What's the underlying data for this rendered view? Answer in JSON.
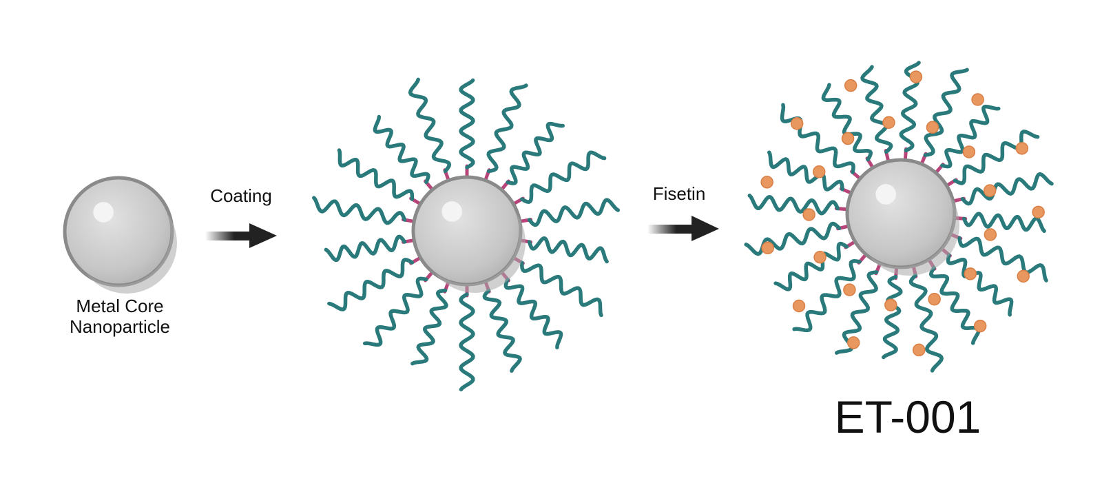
{
  "labels": {
    "core_line1": "Metal Core",
    "core_line2": "Nanoparticle",
    "step1": "Coating",
    "step2": "Fisetin",
    "product": "ET-001"
  },
  "stages": [
    {
      "id": "bare-core",
      "chains": 0,
      "fisetin": 0
    },
    {
      "id": "coated-particle",
      "chains": 18,
      "fisetin": 0
    },
    {
      "id": "fisetin-loaded-particle",
      "chains": 20,
      "fisetin": 26
    }
  ],
  "colors": {
    "background": "#ffffff",
    "core_fill": "#c8c8c8",
    "core_outline": "#8a8a8a",
    "core_highlight": "#f4f4f4",
    "polymer_chain": "#2a7a7c",
    "linker": "#b8457a",
    "fisetin_dot": "#e8975e",
    "arrow": "#222222"
  },
  "icons": {
    "arrow": "right-arrow-icon",
    "fisetin": "fisetin-molecule-icon"
  }
}
